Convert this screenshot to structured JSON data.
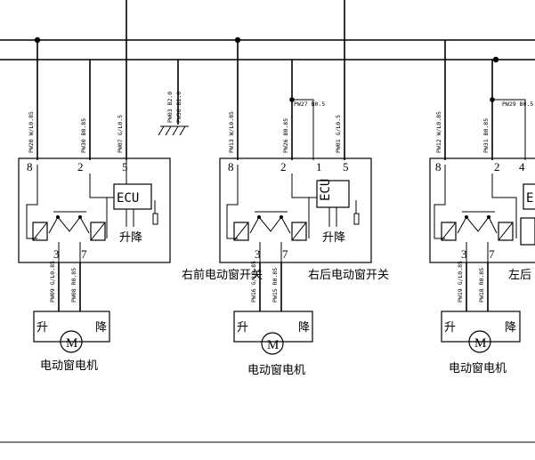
{
  "diagram": {
    "switches": [
      {
        "name": "右前电动窗开关",
        "pins": [
          "8",
          "2",
          "5",
          "3",
          "7"
        ],
        "module_label": "ECU",
        "wires_top": [
          "PW20 W/L0.85",
          "PW30 B0.85",
          "PW07 G/L0.5"
        ],
        "wires_bottom": [
          "PW09 G/L0.85",
          "PW08 R0.85"
        ],
        "motor_label": "电动窗电机",
        "motor_up": "升",
        "motor_down": "降",
        "motor_symbol": "M"
      },
      {
        "name": "右后电动窗开关",
        "pins": [
          "8",
          "2",
          "1",
          "5",
          "3",
          "7"
        ],
        "module_label": "ECU",
        "wires_top": [
          "PW13 W/L0.85",
          "PW26 B0.85",
          "PW01 G/L0.5"
        ],
        "wires_bottom": [
          "PW16 G/L0.85",
          "PW15 R0.85"
        ],
        "motor_label": "电动窗电机",
        "motor_up": "升",
        "motor_down": "降",
        "motor_symbol": "M"
      },
      {
        "name": "左后",
        "pins": [
          "8",
          "2",
          "4",
          "3",
          "7"
        ],
        "module_label": "E",
        "wires_top": [
          "PW12 W/L0.85",
          "PW31 B0.85"
        ],
        "wires_bottom": [
          "PW19 G/L0.85",
          "PW18 R0.85"
        ],
        "motor_label": "电动窗电机",
        "motor_up": "升",
        "motor_down": "降",
        "motor_symbol": "M"
      }
    ],
    "ground_wires": [
      "PW03 B2.0",
      "PW30 B2.0"
    ],
    "cross_wires": [
      "PW27 B0.5",
      "PW29 B0.5"
    ],
    "switch_glyphs": [
      "升",
      "降"
    ]
  }
}
